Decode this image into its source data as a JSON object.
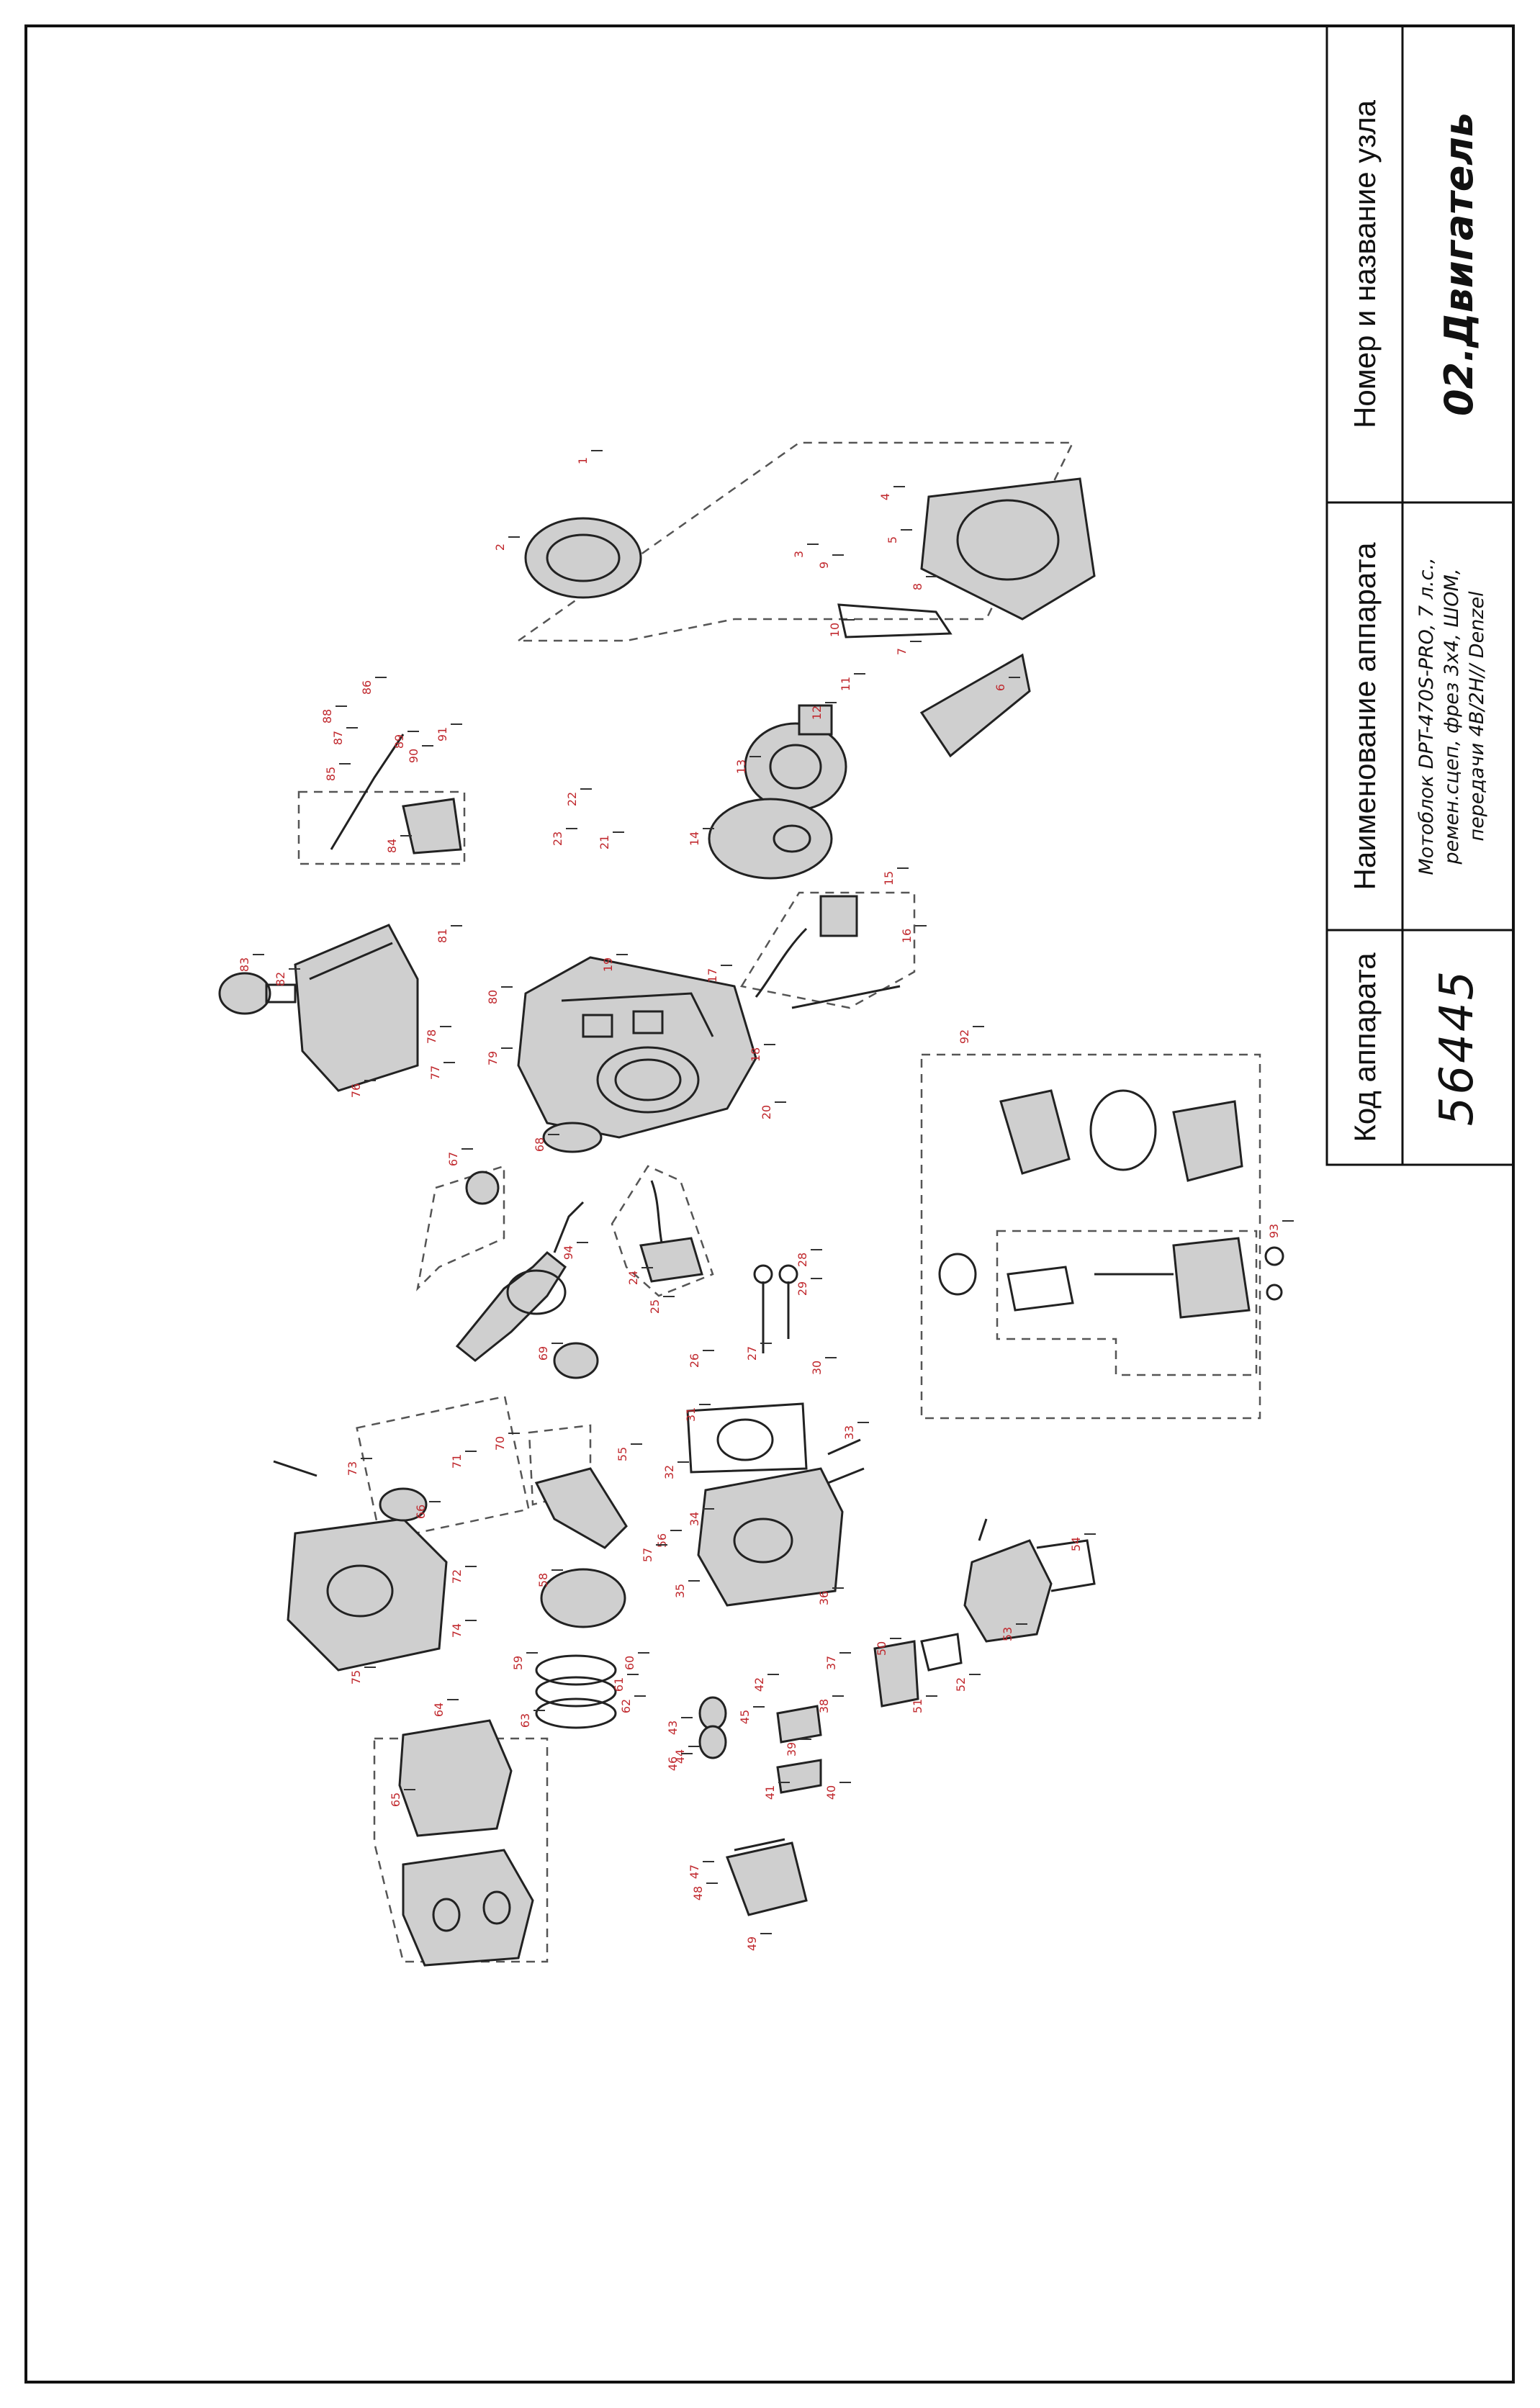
{
  "title_block": {
    "code_header": "Код аппарата",
    "code_value": "56445",
    "name_header": "Наименование аппарата",
    "name_value_lines": [
      "Мотоблок DPT-470S-PRO, 7 л.с.,",
      "ремен.сцеп, фрез 3x4, ШОМ,",
      "передачи 4В/2Н// Denzel"
    ],
    "node_header": "Номер и название узла",
    "node_value": "02.Двигатель"
  },
  "diagram": {
    "part_numbers": [
      "1",
      "2",
      "3",
      "4",
      "5",
      "6",
      "7",
      "8",
      "9",
      "10",
      "11",
      "12",
      "13",
      "14",
      "15",
      "16",
      "17",
      "18",
      "19",
      "20",
      "21",
      "22",
      "23",
      "24",
      "25",
      "26",
      "27",
      "28",
      "29",
      "30",
      "31",
      "32",
      "33",
      "34",
      "35",
      "36",
      "37",
      "38",
      "39",
      "40",
      "41",
      "42",
      "43",
      "44",
      "45",
      "46",
      "47",
      "48",
      "49",
      "50",
      "51",
      "52",
      "53",
      "54",
      "55",
      "56",
      "57",
      "58",
      "59",
      "60",
      "61",
      "62",
      "63",
      "64",
      "65",
      "66",
      "67",
      "68",
      "69",
      "70",
      "71",
      "72",
      "73",
      "74",
      "75",
      "76",
      "77",
      "78",
      "79",
      "80",
      "81",
      "82",
      "83",
      "84",
      "85",
      "86",
      "87",
      "88",
      "89",
      "90",
      "91",
      "92",
      "93",
      "94"
    ]
  }
}
